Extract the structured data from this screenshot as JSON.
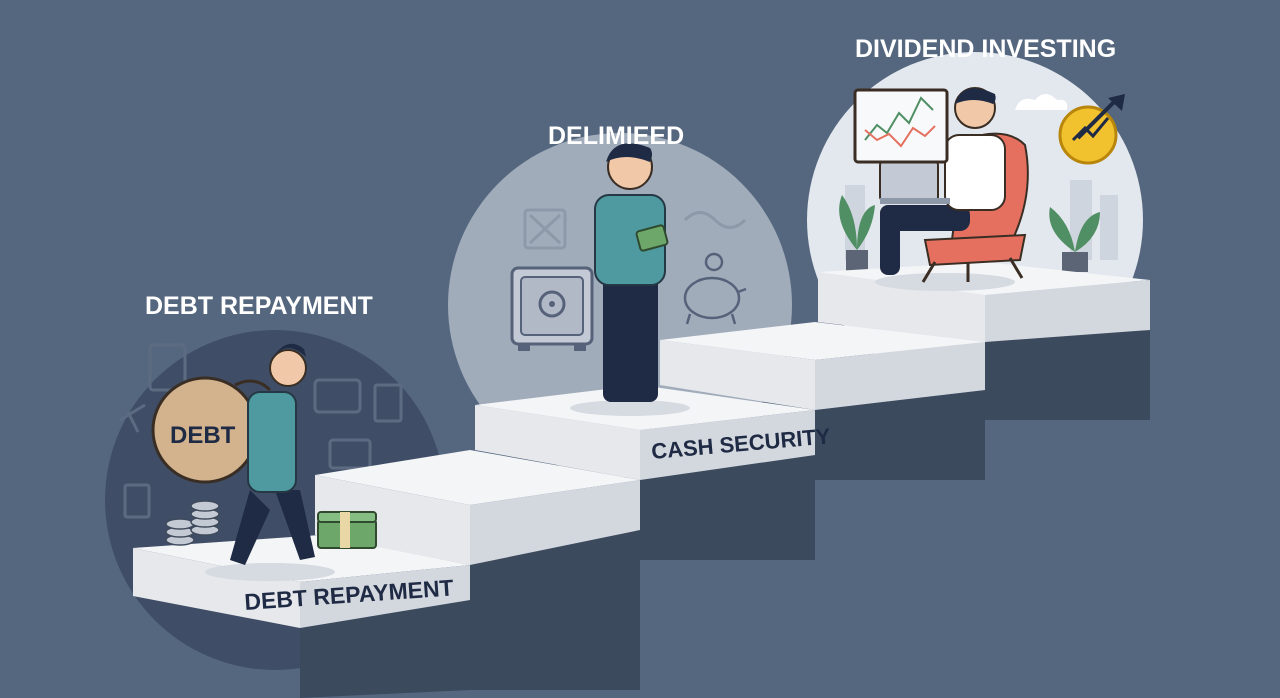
{
  "headings": {
    "debt_repayment": "DEBT REPAYMENT",
    "delimieed": "DELIMIEED",
    "dividend_investing": "DIVIDEND INVESTING"
  },
  "step_labels": {
    "debt_repayment": "DEBT REPAYMENT",
    "cash_security": "CASH SECURITY"
  },
  "bag_label": "DEBT",
  "colors": {
    "background": "#55677f",
    "step_top": "#f4f5f7",
    "step_front": "#e6e8ec",
    "step_shadow": "#3c4a5e",
    "shirt": "#4e9aa0",
    "pants": "#1f2a44",
    "chair": "#e5705f",
    "coin": "#f2c12e",
    "money": "#6da76a"
  },
  "icons": [
    "money-bag-icon",
    "coin-stack-icon",
    "cash-bundle-icon",
    "safe-icon",
    "piggy-bank-icon",
    "stock-chart-icon",
    "laptop-icon",
    "plant-icon",
    "armchair-icon",
    "coin-trend-icon",
    "cloud-icon"
  ]
}
